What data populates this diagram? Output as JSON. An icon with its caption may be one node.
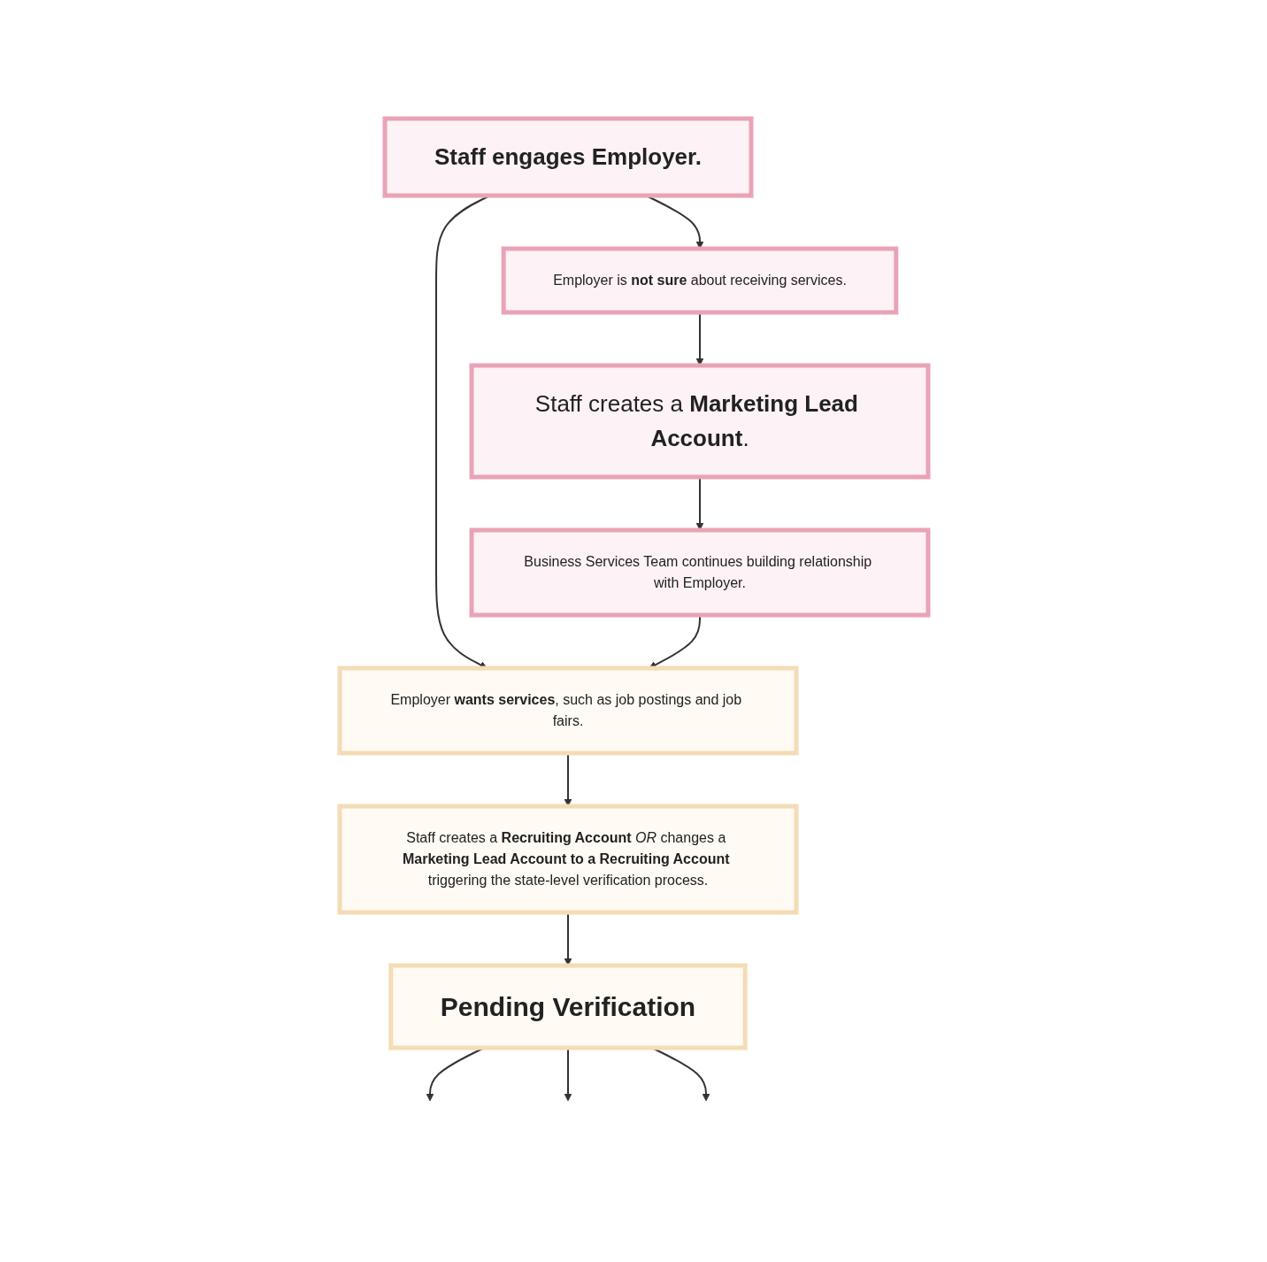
{
  "diagram": {
    "nodes": [
      {
        "text": [
          "Staff engages Employer."
        ]
      },
      {
        "text": [
          "Employer is **not sure** about receiving services."
        ]
      },
      {
        "text": [
          "Staff creates a **Marketing Lead Account**."
        ]
      },
      {
        "text": [
          "Business Services Team continues building relationship with Employer."
        ]
      },
      {
        "text": [
          "Employer **wants services**, such as job postings and job fairs."
        ]
      },
      {
        "text": [
          "Staff creates a **Recruiting Account** *OR* changes a **Marketing Lead Account to a Recruiting Account** triggering the state-level verification process."
        ]
      },
      {
        "text": [
          "Pending Verification"
        ]
      }
    ],
    "edges": [
      {
        "from": 0,
        "to": 1,
        "arrow": "to"
      },
      {
        "from": 0,
        "to": 4,
        "arrow": "to"
      },
      {
        "from": 1,
        "to": 2,
        "arrow": "to"
      },
      {
        "from": 2,
        "to": 3,
        "arrow": "to"
      },
      {
        "from": 3,
        "to": 4,
        "arrow": "to"
      },
      {
        "from": 4,
        "to": 5,
        "arrow": "to"
      },
      {
        "from": 5,
        "to": 6,
        "arrow": "to"
      },
      {
        "from": 6,
        "to": null,
        "arrow": "to"
      },
      {
        "from": 6,
        "to": null,
        "arrow": "to"
      },
      {
        "from": 6,
        "to": null,
        "arrow": "to"
      }
    ]
  }
}
